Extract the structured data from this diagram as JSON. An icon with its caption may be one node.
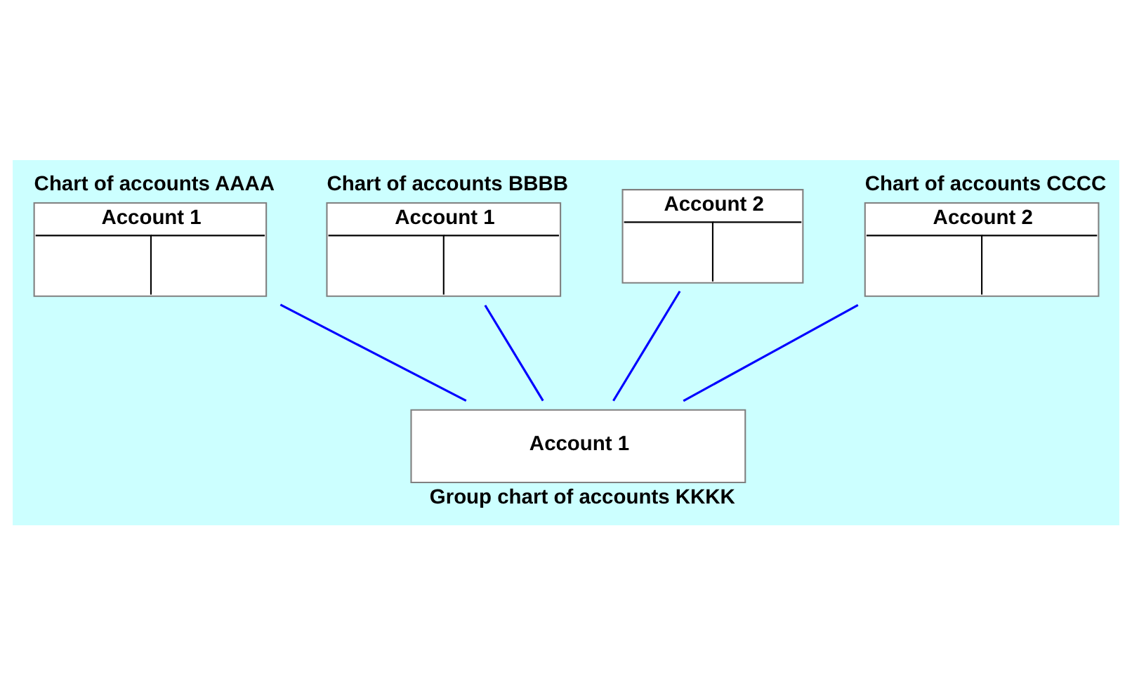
{
  "diagram": {
    "nodes": [
      {
        "text": [
          "Account 1"
        ],
        "beside": [
          "Chart of accounts AAAA"
        ]
      },
      {
        "text": [
          "Account 1"
        ],
        "beside": [
          "Chart of accounts BBBB"
        ]
      },
      {
        "text": [
          "Account 2"
        ]
      },
      {
        "text": [
          "Account 2"
        ],
        "beside": [
          "Chart of accounts CCCC"
        ]
      },
      {
        "text": [
          "Account 1"
        ],
        "beside": [
          "Group chart of accounts KKKK"
        ]
      }
    ],
    "edges": [
      {
        "from": 0,
        "to": 4,
        "arrow": "none"
      },
      {
        "from": 1,
        "to": 4,
        "arrow": "none"
      },
      {
        "from": 2,
        "to": 4,
        "arrow": "none"
      },
      {
        "from": 3,
        "to": 4,
        "arrow": "none"
      }
    ]
  }
}
